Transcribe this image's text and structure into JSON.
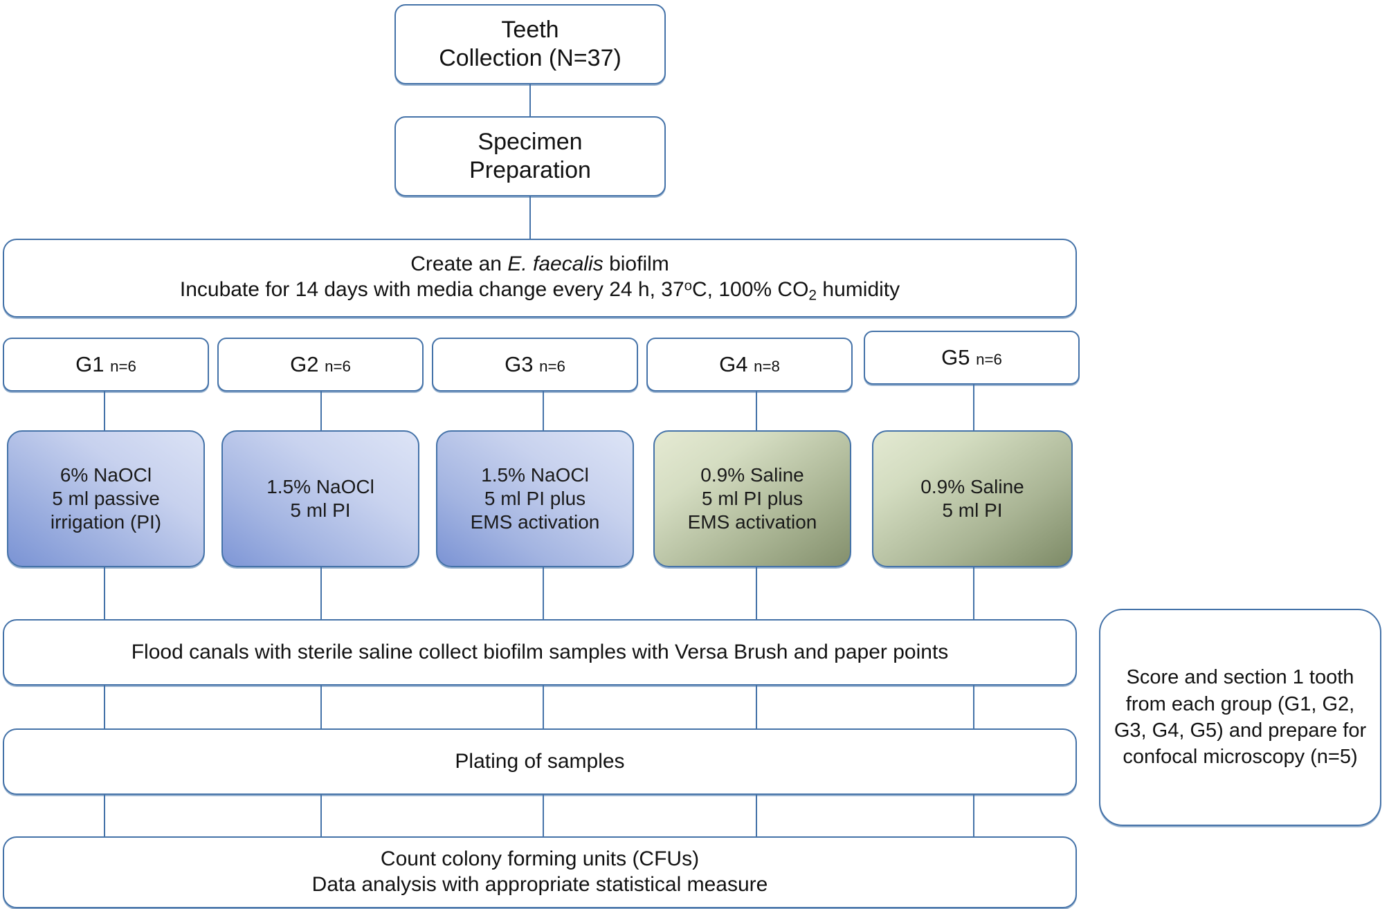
{
  "diagram": {
    "title": "Experimental workflow flowchart",
    "accent_color": "#4472a8",
    "nodes": {
      "teeth": {
        "line1": "Teeth",
        "line2": "Collection (N=37)"
      },
      "specimen": {
        "line1": "Specimen",
        "line2": "Preparation"
      },
      "biofilm": {
        "line1_pre": "Create an ",
        "line1_italic": "E. faecalis",
        "line1_post": " biofilm",
        "line2_a": "Incubate for 14 days with media change every 24 h, 37",
        "line2_deg": "o",
        "line2_b": "C, 100% CO",
        "line2_sub": "2",
        "line2_c": " humidity"
      },
      "flood": {
        "text": "Flood canals with sterile saline collect biofilm samples with Versa Brush and paper points"
      },
      "plating": {
        "text": "Plating of samples"
      },
      "count": {
        "line1": "Count colony forming units (CFUs)",
        "line2": "Data analysis with appropriate statistical measure"
      },
      "confocal": {
        "text": "Score and section 1 tooth from each group  (G1, G2, G3, G4, G5) and prepare for confocal microscopy (n=5)"
      }
    },
    "groups": [
      {
        "id": "G1",
        "label": "G1",
        "n": "n=6"
      },
      {
        "id": "G2",
        "label": "G2",
        "n": "n=6"
      },
      {
        "id": "G3",
        "label": "G3",
        "n": "n=6"
      },
      {
        "id": "G4",
        "label": "G4",
        "n": "n=8"
      },
      {
        "id": "G5",
        "label": "G5",
        "n": "n=6"
      }
    ],
    "treatments": [
      {
        "group": "G1",
        "lines": [
          "6% NaOCl",
          "5 ml passive",
          "irrigation (PI)"
        ],
        "color": "#9fb1e0"
      },
      {
        "group": "G2",
        "lines": [
          "1.5% NaOCl",
          "5 ml PI"
        ],
        "color": "#a4b5e2"
      },
      {
        "group": "G3",
        "lines": [
          "1.5% NaOCl",
          "5 ml PI plus",
          "EMS activation"
        ],
        "color": "#a3b4e1"
      },
      {
        "group": "G4",
        "lines": [
          "0.9% Saline",
          "5 ml PI plus",
          "EMS activation"
        ],
        "color": "#a8b392"
      },
      {
        "group": "G5",
        "lines": [
          "0.9% Saline",
          "5 ml PI"
        ],
        "color": "#a9b494"
      }
    ]
  }
}
